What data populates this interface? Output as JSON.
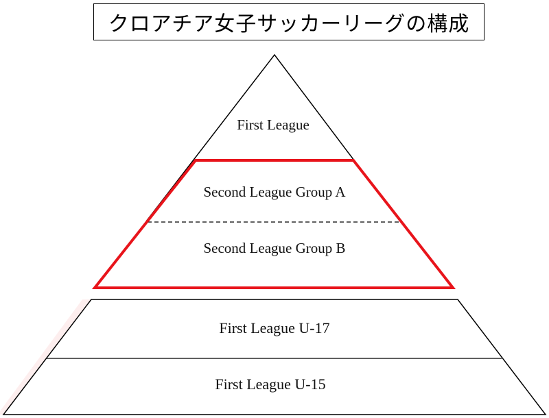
{
  "title": "クロアチア女子サッカーリーグの構成",
  "tiers": [
    {
      "label": "First League"
    },
    {
      "label": "Second League Group A"
    },
    {
      "label": "Second League Group B"
    },
    {
      "label": "First League U-17"
    },
    {
      "label": "First League U-15"
    }
  ],
  "colors": {
    "highlight": "#e8141b",
    "line": "#000000"
  }
}
